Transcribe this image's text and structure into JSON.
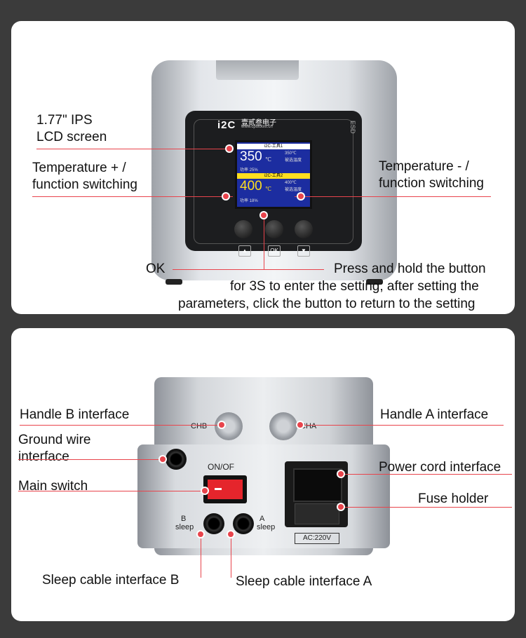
{
  "front": {
    "labels": {
      "lcd_line1": "1.77\" IPS",
      "lcd_line2": "LCD screen",
      "temp_plus_line1": "Temperature + /",
      "temp_plus_line2": "function switching",
      "temp_minus_line1": "Temperature - /",
      "temp_minus_line2": "function switching",
      "ok": "OK",
      "press_line1": "Press and hold the button",
      "press_line2": "for 3S to enter the setting; after setting the",
      "press_line3": "parameters, click the button to return to the setting"
    },
    "device": {
      "brand": "i2C",
      "brand_cn": "壹贰叁电子",
      "brand_url": "www.cputools.cn",
      "esd": "ESD",
      "lcd": {
        "ch1_title": "i2C-工具1",
        "ch1_temp": "350",
        "ch1_unit": "℃",
        "ch1_set": "350℃",
        "ch1_status": "被选温度",
        "ch1_power": "功率 25%",
        "ch2_title": "i2C-工具2",
        "ch2_temp": "400",
        "ch2_unit": "℃",
        "ch2_set": "400℃",
        "ch2_status": "被选温度",
        "ch2_power": "功率 18%"
      },
      "keys": {
        "up": "▲",
        "ok": "OK",
        "down": "▼"
      }
    }
  },
  "rear": {
    "labels": {
      "handle_b": "Handle B interface",
      "handle_a": "Handle A interface",
      "ground_line1": "Ground wire",
      "ground_line2": "interface",
      "power_cord": "Power cord interface",
      "main_switch": "Main switch",
      "fuse": "Fuse holder",
      "sleep_b": "Sleep cable interface B",
      "sleep_a": "Sleep cable interface A"
    },
    "device": {
      "chb": "CHB",
      "cha": "CHA",
      "on_off": "ON/OF",
      "b_sleep_line1": "B",
      "b_sleep_line2": "sleep",
      "a_sleep_line1": "A",
      "a_sleep_line2": "sleep",
      "ac": "AC:220V"
    }
  },
  "colors": {
    "accent": "#e8444c",
    "background": "#3b3b3b",
    "panel": "#ffffff",
    "lcd_bg": "#1c2da0",
    "lcd_highlight": "#ffdf1f"
  }
}
